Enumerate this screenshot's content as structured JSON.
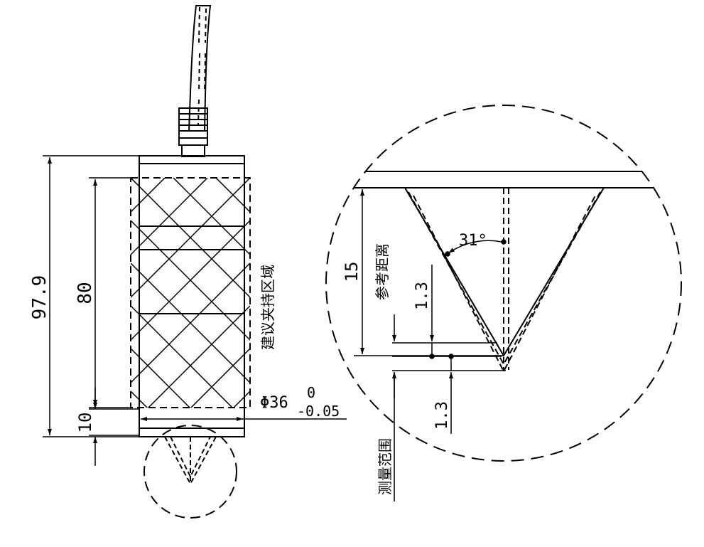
{
  "dimensions": {
    "total_length": "97.9",
    "grip_length": "80",
    "tip_length": "10",
    "diameter": "Φ36",
    "tol_upper": "0",
    "tol_lower": "-0.05",
    "ref_distance": "15",
    "range_upper": "1.3",
    "range_lower": "1.3",
    "angle": "31°"
  },
  "labels": {
    "grip_zone": "建议夹持区域",
    "ref_distance": "参考距离",
    "measure_range": "测量范围"
  }
}
